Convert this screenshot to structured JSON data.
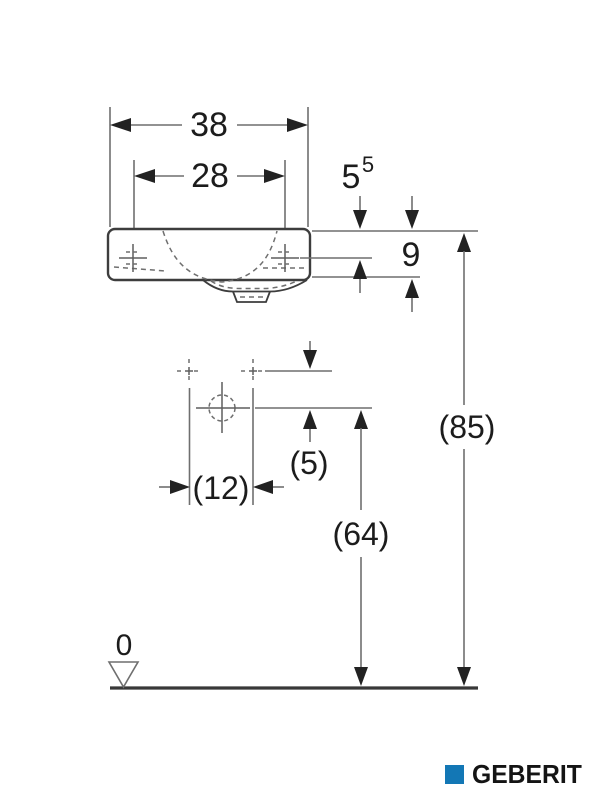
{
  "dimensions": {
    "width_overall": "38",
    "tap_hole_distance": "28",
    "rim_to_tap_main": "5",
    "rim_to_tap_sup": "5",
    "front_height": "9",
    "rim_height_total": "(85)",
    "outlet_height": "(64)",
    "tap_to_outlet": "(5)",
    "fixing_distance": "(12)",
    "datum_zero": "0"
  },
  "logo": {
    "brand": "GEBERIT",
    "accent_color": "#1377b5"
  }
}
